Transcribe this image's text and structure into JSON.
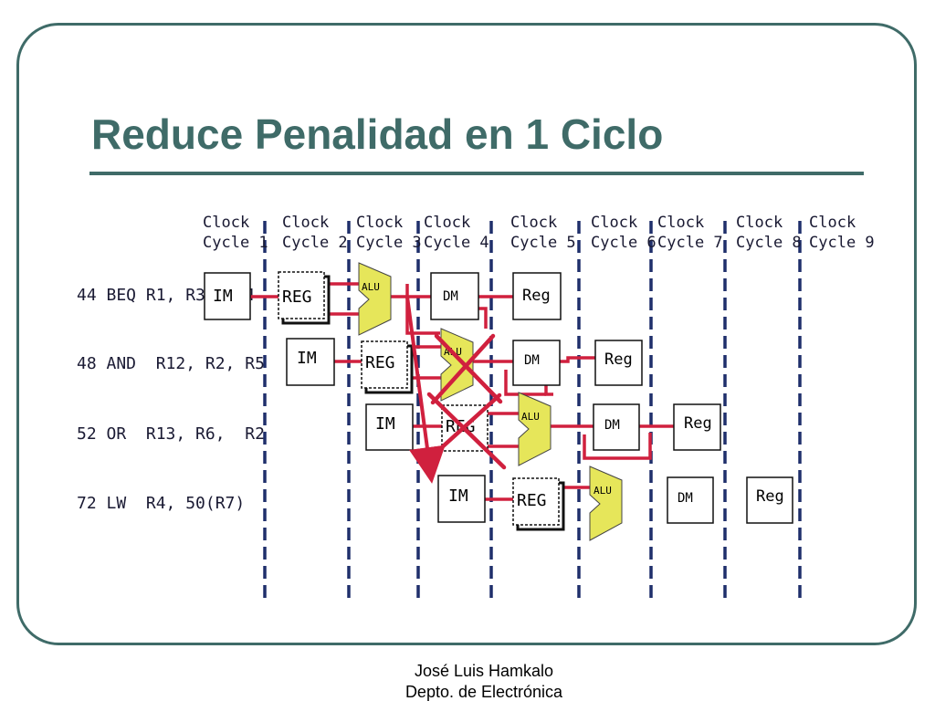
{
  "title": "Reduce Penalidad en 1 Ciclo",
  "clock_cycles": [
    {
      "line1": "Clock",
      "line2": "Cycle 1"
    },
    {
      "line1": "Clock",
      "line2": "Cycle 2"
    },
    {
      "line1": "Clock",
      "line2": "Cycle 3"
    },
    {
      "line1": "Clock",
      "line2": "Cycle 4"
    },
    {
      "line1": "Clock",
      "line2": "Cycle 5"
    },
    {
      "line1": "Clock",
      "line2": "Cycle 6"
    },
    {
      "line1": "Clock",
      "line2": "Cycle 7"
    },
    {
      "line1": "Clock",
      "line2": "Cycle 8"
    },
    {
      "line1": "Clock",
      "line2": "Cycle 9"
    }
  ],
  "instructions": [
    {
      "text": "44 BEQ R1, R3,  24",
      "stages": [
        "IM",
        "REG",
        "ALU",
        "DM",
        "Reg"
      ]
    },
    {
      "text": "48 AND  R12, R2, R5",
      "stages": [
        "IM",
        "REG",
        "ALU",
        "DM",
        "Reg"
      ]
    },
    {
      "text": "52 OR  R13, R6,  R2",
      "stages": [
        "IM",
        "REG",
        "ALU",
        "DM",
        "Reg"
      ]
    },
    {
      "text": "72 LW  R4, 50(R7)",
      "stages": [
        "IM",
        "REG",
        "ALU",
        "DM",
        "Reg"
      ]
    }
  ],
  "colors": {
    "accent": "#3f6b68",
    "pipeline_wire": "#d0203e",
    "alu_fill": "#e6e65a",
    "cycle_line": "#1f2f6b"
  },
  "footer": {
    "author": "José Luis Hamkalo",
    "department": "Depto. de Electrónica"
  }
}
